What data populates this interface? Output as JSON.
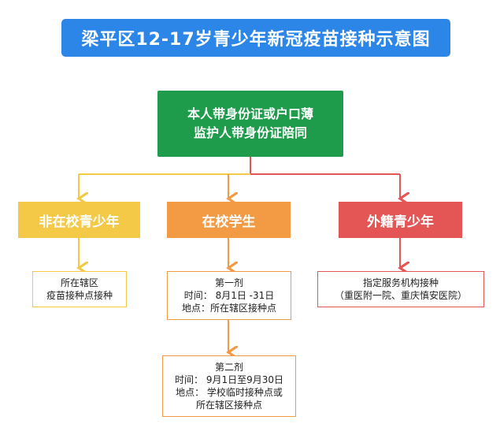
{
  "title": "梁平区12-17岁青少年新冠疫苗接种示意图",
  "requirement": {
    "line1": "本人带身份证或户口薄",
    "line2": "监护人带身份证陪同"
  },
  "categories": [
    {
      "label": "非在校青少年",
      "color": "#f4c948"
    },
    {
      "label": "在校学生",
      "color": "#f39a45"
    },
    {
      "label": "外籍青少年",
      "color": "#e45555"
    }
  ],
  "non_school": {
    "line1": "所在辖区",
    "line2": "疫苗接种点接种"
  },
  "dose1": {
    "line1": "第一剂",
    "line2": "时间：  8月1日 -31日",
    "line3": "地点：所在辖区接种点"
  },
  "dose2": {
    "line1": "第二剂",
    "line2": "时间：  9月1日至9月30日",
    "line3": "地点：  学校临时接种点或",
    "line4": "所在辖区接种点"
  },
  "foreign": {
    "line1": "指定服务机构接种",
    "line2": "（重医附一院、重庆慎安医院）"
  },
  "colors": {
    "title_bg": "#2b86e8",
    "requirement_bg": "#1f9c4b",
    "connector_red": "#e45555"
  }
}
